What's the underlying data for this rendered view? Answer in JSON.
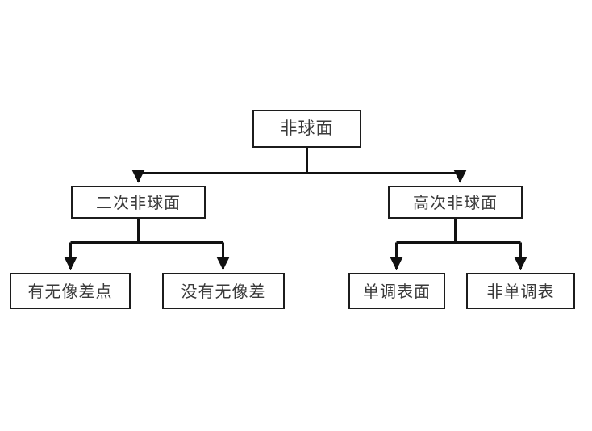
{
  "diagram": {
    "type": "tree-hierarchy",
    "background_color": "#ffffff",
    "border_color": "#1c1c1c",
    "text_color": "#3a3a3a",
    "connector_color": "#111111",
    "root": {
      "id": "root",
      "label": "非球面"
    },
    "level2": [
      {
        "id": "conic",
        "label": "二次非球面"
      },
      {
        "id": "higher",
        "label": "高次非球面"
      }
    ],
    "leaves": [
      {
        "id": "leaf-1",
        "label": "有无像差点",
        "parent": "conic"
      },
      {
        "id": "leaf-2",
        "label": "没有无像差",
        "parent": "conic"
      },
      {
        "id": "leaf-3",
        "label": "单调表面",
        "parent": "higher"
      },
      {
        "id": "leaf-4",
        "label": "非单调表",
        "parent": "higher"
      }
    ]
  }
}
